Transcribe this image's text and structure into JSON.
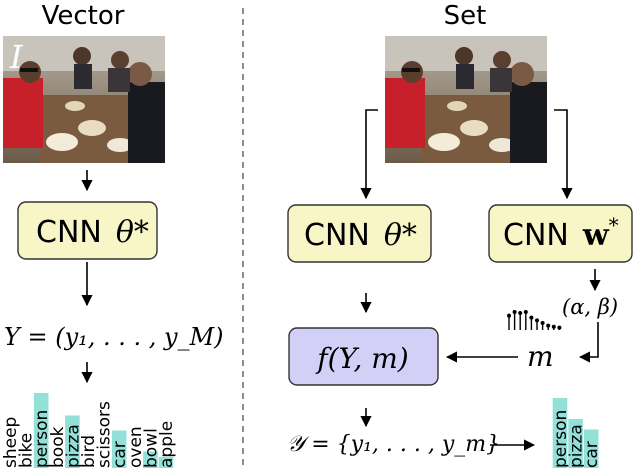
{
  "titles": {
    "left": "Vector",
    "right": "Set"
  },
  "image_label": "I",
  "colors": {
    "cnn_box_fill": "#f8f5c7",
    "cnn_box_stroke": "#333333",
    "f_box_fill": "#d3d0f7",
    "f_box_stroke": "#333333",
    "bar": "#93e0d8",
    "divider": "#444444"
  },
  "boxes": {
    "cnn_left": {
      "name": "CNN",
      "param": "θ*"
    },
    "cnn_mid": {
      "name": "CNN",
      "param": "θ*"
    },
    "cnn_right": {
      "name": "CNN",
      "param": "w",
      "param_sup": "*"
    },
    "f": {
      "text": "f(Y, m)"
    }
  },
  "math": {
    "Y_vector": "Y = (y₁, . . . , y_M)",
    "alpha_beta": "(α, β)",
    "m": "m",
    "Y_set": "𝒴 = {y₁, . . . , y_m}"
  },
  "vector_bars": [
    "sheep",
    "bike",
    "person",
    "book",
    "pizza",
    "bird",
    "scissors",
    "car",
    "oven",
    "bowl",
    "apple"
  ],
  "vector_bar_heights": [
    0.0,
    0.0,
    1.0,
    0.0,
    0.7,
    0.0,
    0.0,
    0.5,
    0.0,
    0.22,
    0.15
  ],
  "set_bars": [
    "person",
    "pizza",
    "car"
  ],
  "set_bar_heights": [
    1.0,
    0.7,
    0.55
  ],
  "stem_heights": [
    0.72,
    0.9,
    0.85,
    0.9,
    0.62,
    0.48,
    0.35,
    0.22,
    0.16,
    0.12
  ]
}
